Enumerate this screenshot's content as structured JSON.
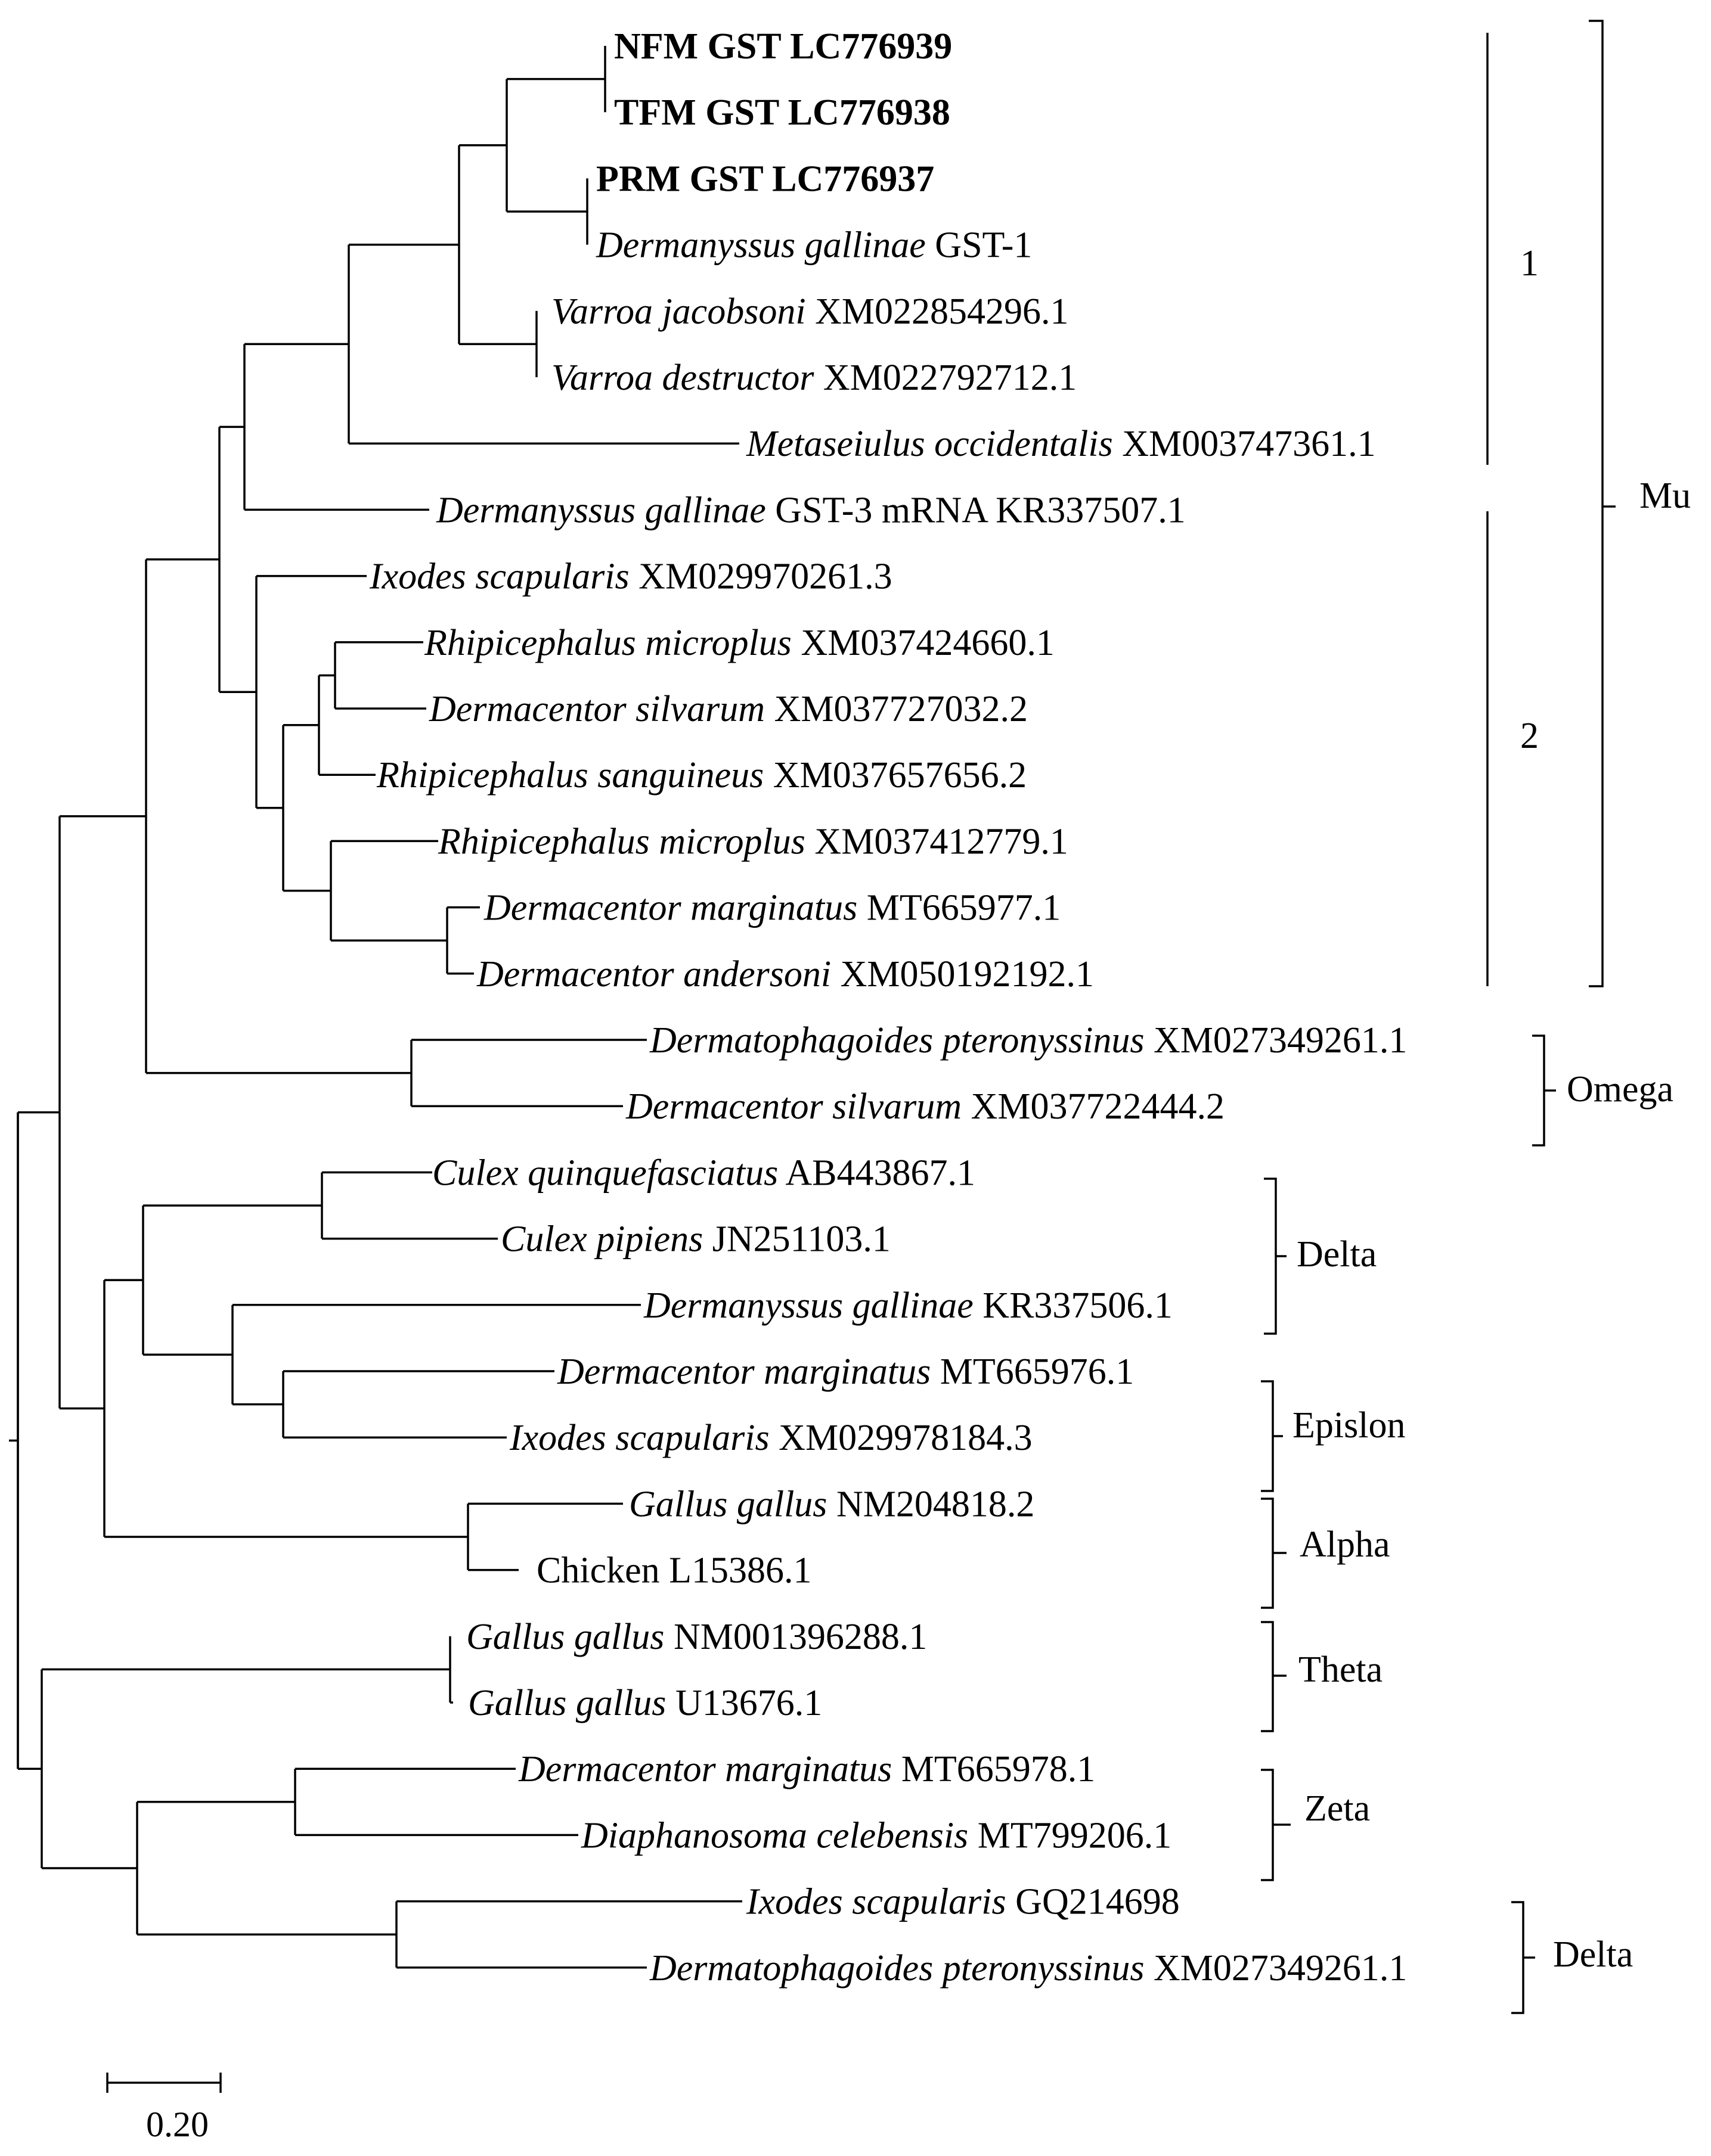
{
  "leaves": [
    {
      "id": "L0",
      "plain": "NFM GST LC776939",
      "bold": true
    },
    {
      "id": "L1",
      "plain": "TFM GST LC776938",
      "bold": true
    },
    {
      "id": "L2",
      "plain": "PRM GST LC776937",
      "bold": true
    },
    {
      "id": "L3",
      "italic": "Dermanyssus gallinae",
      "rest": " GST-1"
    },
    {
      "id": "L4",
      "italic": "Varroa jacobsoni",
      "rest": " XM022854296.1"
    },
    {
      "id": "L5",
      "italic": "Varroa destructor",
      "rest": " XM022792712.1"
    },
    {
      "id": "L6",
      "italic": "Metaseiulus occidentalis",
      "rest": " XM003747361.1"
    },
    {
      "id": "L7",
      "italic": "Dermanyssus gallinae",
      "rest": " GST-3 mRNA KR337507.1"
    },
    {
      "id": "L8",
      "italic": "Ixodes scapularis",
      "rest": " XM029970261.3"
    },
    {
      "id": "L9",
      "italic": "Rhipicephalus microplus",
      "rest": " XM037424660.1"
    },
    {
      "id": "L10",
      "italic": "Dermacentor silvarum",
      "rest": " XM037727032.2"
    },
    {
      "id": "L11",
      "italic": "Rhipicephalus sanguineus",
      "rest": " XM037657656.2"
    },
    {
      "id": "L12",
      "italic": "Rhipicephalus microplus",
      "rest": " XM037412779.1"
    },
    {
      "id": "L13",
      "italic": "Dermacentor marginatus",
      "rest": " MT665977.1"
    },
    {
      "id": "L14",
      "italic": "Dermacentor andersoni",
      "rest": " XM050192192.1"
    },
    {
      "id": "L15",
      "italic": "Dermatophagoides pteronyssinus",
      "rest": " XM027349261.1"
    },
    {
      "id": "L16",
      "italic": "Dermacentor silvarum",
      "rest": " XM037722444.2"
    },
    {
      "id": "L17",
      "italic": "Culex quinquefasciatus",
      "rest": " AB443867.1"
    },
    {
      "id": "L18",
      "italic": "Culex pipiens",
      "rest": " JN251103.1"
    },
    {
      "id": "L19",
      "italic": "Dermanyssus gallinae",
      "rest": " KR337506.1"
    },
    {
      "id": "L20",
      "italic": "Dermacentor marginatus",
      "rest": " MT665976.1"
    },
    {
      "id": "L21",
      "italic": "Ixodes scapularis",
      "rest": " XM029978184.3"
    },
    {
      "id": "L22",
      "italic": "Gallus gallus",
      "rest": " NM204818.2"
    },
    {
      "id": "L23",
      "plain": "Chicken L15386.1"
    },
    {
      "id": "L24",
      "italic": "Gallus gallus",
      "rest": " NM001396288.1"
    },
    {
      "id": "L25",
      "italic": "Gallus gallus",
      "rest": " U13676.1"
    },
    {
      "id": "L26",
      "italic": "Dermacentor marginatus",
      "rest": " MT665978.1"
    },
    {
      "id": "L27",
      "italic": "Diaphanosoma celebensis",
      "rest": " MT799206.1"
    },
    {
      "id": "L28",
      "italic": "Ixodes scapularis",
      "rest": " GQ214698"
    },
    {
      "id": "L29",
      "italic": "Dermatophagoides pteronyssinus",
      "rest": " XM027349261.1"
    }
  ],
  "groups": {
    "g1": "1",
    "g2": "2",
    "mu": "Mu",
    "omega": "Omega",
    "delta1": "Delta",
    "epsilon": "Epislon",
    "alpha": "Alpha",
    "theta": "Theta",
    "zeta": "Zeta",
    "delta2": "Delta"
  },
  "scale": {
    "label": "0.20",
    "value": 0.2
  }
}
